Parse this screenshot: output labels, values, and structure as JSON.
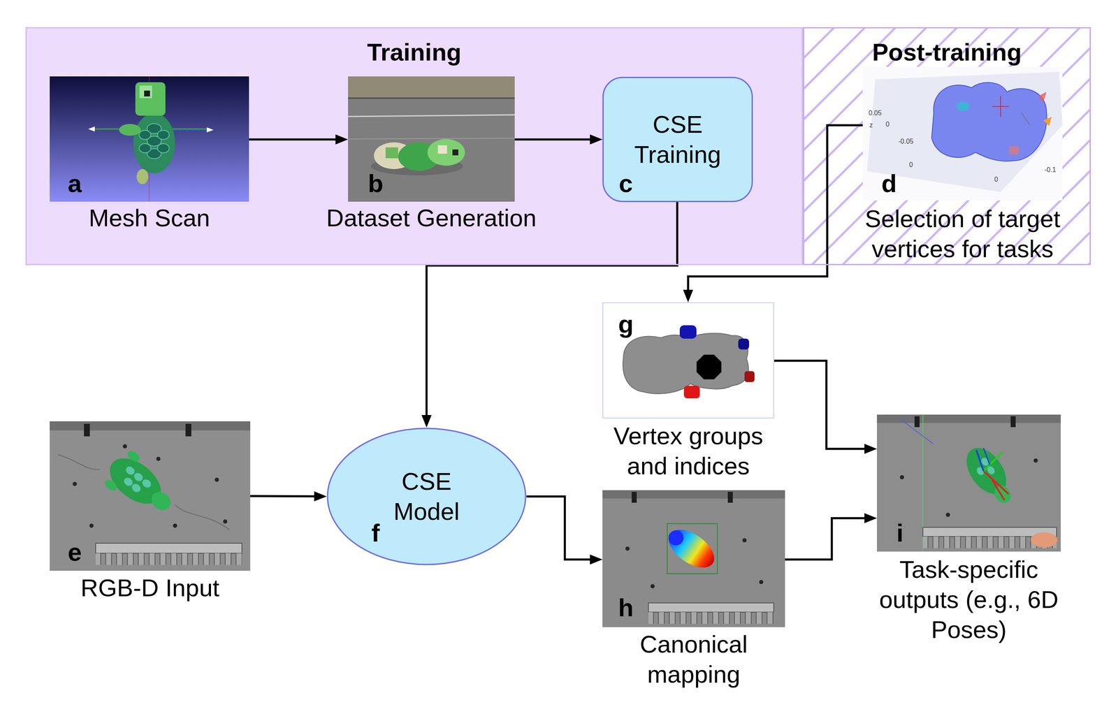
{
  "diagram": {
    "nodes": [
      {
        "text": [
          "Training"
        ]
      },
      {
        "text": [
          "a",
          "Mesh Scan"
        ],
        "in": 0
      },
      {
        "text": [
          "b",
          "Dataset Generation"
        ],
        "in": 0
      },
      {
        "text": [
          "CSE Training",
          "c"
        ],
        "in": 0
      },
      {
        "text": [
          "Post-training"
        ]
      },
      {
        "text": [
          "d",
          "Selection of target vertices for tasks"
        ],
        "in": 4
      },
      {
        "text": [
          "g",
          "Vertex groups and indices"
        ]
      },
      {
        "text": [
          "e",
          "RGB-D Input"
        ]
      },
      {
        "text": [
          "CSE Model",
          "f"
        ]
      },
      {
        "text": [
          "h",
          "Canonical mapping"
        ]
      },
      {
        "text": [
          "i",
          "Task-specific outputs (e.g., 6D Poses)"
        ]
      }
    ],
    "edges": [
      {
        "from": 1,
        "to": 2,
        "arrow": "to"
      },
      {
        "from": 2,
        "to": 3,
        "arrow": "to"
      },
      {
        "from": 3,
        "to": 8,
        "arrow": "to"
      },
      {
        "from": 5,
        "to": 6,
        "arrow": "to"
      },
      {
        "from": 7,
        "to": 8,
        "arrow": "to"
      },
      {
        "from": 8,
        "to": 9,
        "arrow": "to"
      },
      {
        "from": 6,
        "to": 10,
        "arrow": "to"
      },
      {
        "from": 9,
        "to": 10,
        "arrow": "to"
      }
    ],
    "labels": [
      "0.05",
      "z",
      "0",
      "-0.05",
      "0",
      "-0.1",
      "0"
    ]
  }
}
